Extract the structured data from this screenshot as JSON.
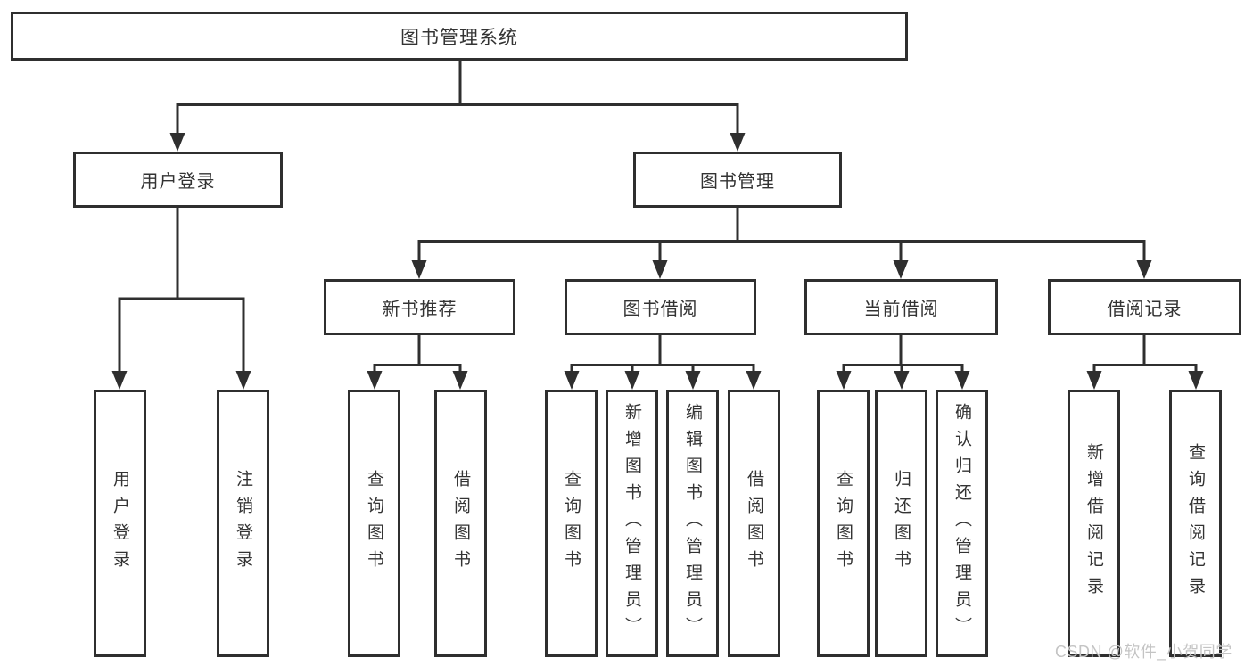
{
  "page": {
    "background": "#ffffff",
    "watermark": "CSDN @软件_小贺同学"
  },
  "colors": {
    "line": "#2f2f2f",
    "text": "#333333",
    "box_background": "#ffffff",
    "watermark": "#c4c4c4"
  },
  "diagram_type": "hierarchy-tree",
  "tree": {
    "root": {
      "label": "图书管理系统"
    },
    "branches": [
      {
        "label": "用户登录",
        "children": [
          {
            "label": "用户登录"
          },
          {
            "label": "注销登录"
          }
        ]
      },
      {
        "label": "图书管理",
        "children": [
          {
            "label": "新书推荐",
            "children": [
              {
                "label": "查询图书"
              },
              {
                "label": "借阅图书"
              }
            ]
          },
          {
            "label": "图书借阅",
            "children": [
              {
                "label": "查询图书"
              },
              {
                "label": "新增图书（管理员）"
              },
              {
                "label": "编辑图书（管理员）"
              },
              {
                "label": "借阅图书"
              }
            ]
          },
          {
            "label": "当前借阅",
            "children": [
              {
                "label": "查询图书"
              },
              {
                "label": "归还图书"
              },
              {
                "label": "确认归还（管理员）"
              }
            ]
          },
          {
            "label": "借阅记录",
            "children": [
              {
                "label": "新增借阅记录"
              },
              {
                "label": "查询借阅记录"
              }
            ]
          }
        ]
      }
    ]
  }
}
